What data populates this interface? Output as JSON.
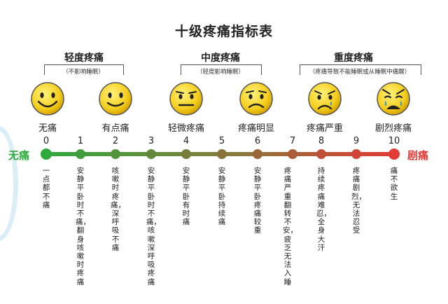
{
  "title": "十级疼痛指标表",
  "groups": [
    {
      "title": "轻度疼痛",
      "note": "（不影响睡眠）"
    },
    {
      "title": "中度疼痛",
      "note": "（轻度影响睡眠）"
    },
    {
      "title": "重度疼痛",
      "note": "（疼痛导致不能睡眠或从睡眠中痛醒）"
    }
  ],
  "faces": [
    {
      "label": "无痛",
      "level": 0
    },
    {
      "label": "有点痛",
      "level": 2
    },
    {
      "label": "轻微疼痛",
      "level": 4
    },
    {
      "label": "疼痛明显",
      "level": 6
    },
    {
      "label": "疼痛严重",
      "level": 8
    },
    {
      "label": "剧烈疼痛",
      "level": 10
    }
  ],
  "scale": {
    "left_label": "无痛",
    "right_label": "剧痛",
    "numbers": [
      "0",
      "1",
      "2",
      "3",
      "4",
      "5",
      "6",
      "7",
      "8",
      "9",
      "10"
    ],
    "start_color": "#2eaa3d",
    "end_color": "#e23a36"
  },
  "descriptions": [
    "一点都不痛",
    "安静平卧时不痛，翻身咳嗽时疼痛",
    "咳嗽时疼痛，深呼吸不痛",
    "安静平卧时不痛，咳嗽深呼吸疼痛",
    "安静平卧有时痛",
    "安静平卧持续痛",
    "安静平卧疼痛较重",
    "疼痛严重翻转不安，疲乏无法入睡",
    "持续疼痛难忍，全身大汗",
    "疼痛剧烈，无法忍受",
    "痛不欲生"
  ]
}
